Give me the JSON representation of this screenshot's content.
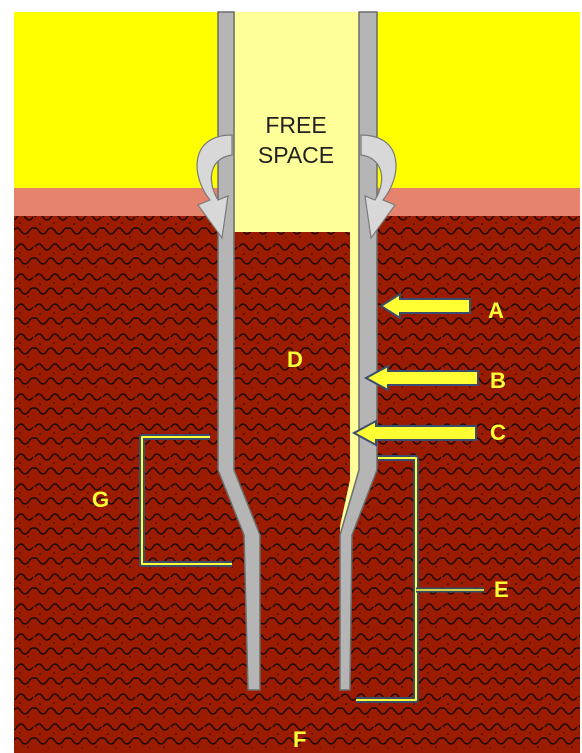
{
  "free_space": {
    "line1": "FREE",
    "line2": "SPACE"
  },
  "labels": {
    "A": "A",
    "B": "B",
    "C": "C",
    "D": "D",
    "E": "E",
    "F": "F",
    "G": "G"
  },
  "colors": {
    "background": "#ffffff",
    "upper_layer": "#ffff00",
    "band": "#e5836d",
    "soil": "#9b1c00",
    "soil_texture": "#1a0a0a",
    "steel": "#b5b5b5",
    "steel_edge": "#6c6c6c",
    "label_fill": "#ffff33",
    "arrow_outline": "#3a4d6e",
    "bracket": "#3a4d6e",
    "free_space_fill": "#ffff99",
    "curl_arrow": "#d8d8d8"
  }
}
